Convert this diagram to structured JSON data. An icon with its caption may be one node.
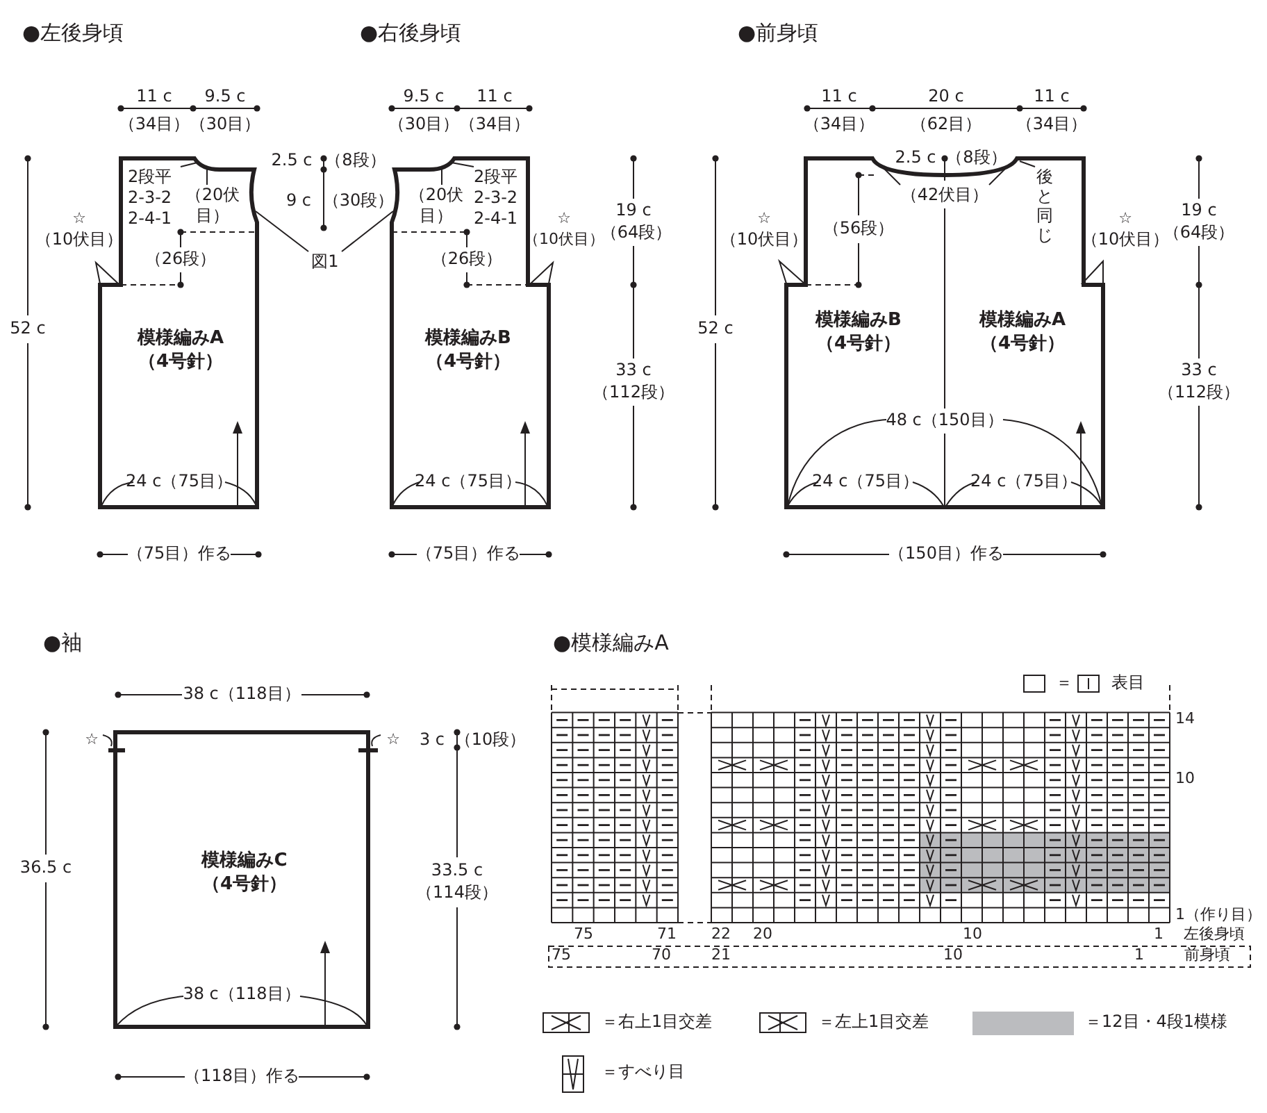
{
  "diagram": {
    "nodes": [
      {
        "text": [
          "模様編みA（4号針）"
        ]
      },
      {
        "text": [
          "2段平 2-3-2 2-4-1"
        ],
        "in": 0
      },
      {
        "text": [
          "（20伏目）"
        ],
        "in": 0
      },
      {
        "text": [
          "模様編みB（4号針）"
        ]
      },
      {
        "text": [
          "2段平 2-3-2 2-4-1"
        ],
        "in": 3
      },
      {
        "text": [
          "（20伏目）"
        ],
        "in": 3
      },
      {
        "text": [
          "図1"
        ]
      },
      {
        "text": [
          "模様編みB（4号針）",
          "模様編みA（4号針）"
        ]
      },
      {
        "text": [
          "（42伏目）"
        ],
        "in": 7
      },
      {
        "text": [
          "後と同じ"
        ],
        "in": 7
      },
      {
        "text": [
          "模様編みC（4号針）"
        ]
      }
    ],
    "edges": [
      {
        "from": 1,
        "to": 0,
        "arrow": "none"
      },
      {
        "from": 2,
        "to": 0,
        "arrow": "none"
      },
      {
        "from": 4,
        "to": 3,
        "arrow": "none"
      },
      {
        "from": 5,
        "to": 3,
        "arrow": "none"
      },
      {
        "from": 6,
        "to": 0,
        "arrow": "none"
      },
      {
        "from": 6,
        "to": 3,
        "arrow": "none"
      },
      {
        "from": 8,
        "to": 7,
        "arrow": "none"
      },
      {
        "from": 8,
        "to": 7,
        "arrow": "none"
      },
      {
        "from": 9,
        "to": 7,
        "arrow": "none"
      }
    ],
    "labels": [
      "●左後身頃",
      "●右後身頃",
      "●前身頃",
      "11 c",
      "9.5 c",
      "9.5 c",
      "11 c",
      "11 c",
      "20 c",
      "11 c",
      "（34目）",
      "（30目）",
      "（30目）",
      "（34目）",
      "（34目）",
      "（62目）",
      "（34目）",
      "2.5 c",
      "（8段）",
      "2.5 c",
      "（8段）",
      "9 c",
      "（30段）",
      "19 c",
      "19 c",
      "☆",
      "（10伏目）",
      "☆",
      "（10伏目）",
      "（64段）",
      "☆",
      "（10伏目）",
      "（56段）",
      "☆",
      "（10伏目）",
      "（64段）",
      "（26段）",
      "（26段）",
      "52 c",
      "52 c",
      "33 c",
      "（112段）",
      "33 c",
      "（112段）",
      "48 c（150目）",
      "24 c（75目）",
      "24 c（75目）",
      "24 c（75目）",
      "24 c（75目）",
      "（75目）作る",
      "（75目）作る",
      "（150目）作る",
      "●袖",
      "●模様編みA",
      "＝",
      "表目",
      "38 c（118目）",
      "☆",
      "☆",
      "3 c",
      "（10段）",
      "14",
      "10",
      "36.5 c",
      "33.5 c",
      "（114段）",
      "1（作り目）",
      "75",
      "71",
      "22",
      "20",
      "10",
      "1",
      "左後身頃",
      "75",
      "70",
      "21",
      "10",
      "1",
      "前身頃",
      "38 c（118目）",
      "（118目）作る"
    ],
    "legend": [
      {
        "text": "＝右上1目交差"
      },
      {
        "text": "＝左上1目交差"
      },
      {
        "text": "＝12目・4段1模様",
        "color": "#bbbcbf"
      },
      {
        "text": "＝すべり目"
      }
    ]
  }
}
